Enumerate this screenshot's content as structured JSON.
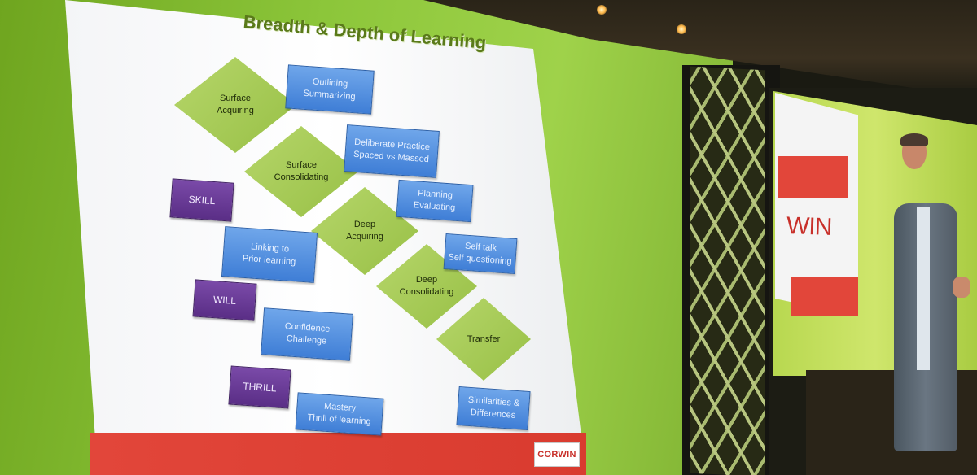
{
  "slide": {
    "title": "Breadth & Depth of Learning",
    "diamonds": [
      {
        "line1": "Surface",
        "line2": "Acquiring"
      },
      {
        "line1": "Surface",
        "line2": "Consolidating"
      },
      {
        "line1": "Deep",
        "line2": "Acquiring"
      },
      {
        "line1": "Deep",
        "line2": "Consolidating"
      },
      {
        "line1": "Transfer",
        "line2": ""
      }
    ],
    "strategies": [
      {
        "line1": "Outlining",
        "line2": "Summarizing"
      },
      {
        "line1": "Deliberate Practice",
        "line2": "Spaced vs Massed"
      },
      {
        "line1": "Planning",
        "line2": "Evaluating"
      },
      {
        "line1": "Self talk",
        "line2": "Self questioning"
      },
      {
        "line1": "Similarities &",
        "line2": "Differences"
      }
    ],
    "categories": [
      {
        "label": "SKILL",
        "text1": "Linking to",
        "text2": "Prior learning"
      },
      {
        "label": "WILL",
        "text1": "Confidence",
        "text2": "Challenge"
      },
      {
        "label": "THRILL",
        "text1": "Mastery",
        "text2": "Thrill of learning"
      }
    ],
    "logo": "CORWIN"
  },
  "screen": {
    "logo_fragment": "WIN"
  },
  "colors": {
    "wall_green": "#8cc63a",
    "diamond_green": "#a8cc5a",
    "strategy_blue": "#4a86d8",
    "category_purple": "#6a3a96",
    "footer_red": "#e2463a"
  }
}
